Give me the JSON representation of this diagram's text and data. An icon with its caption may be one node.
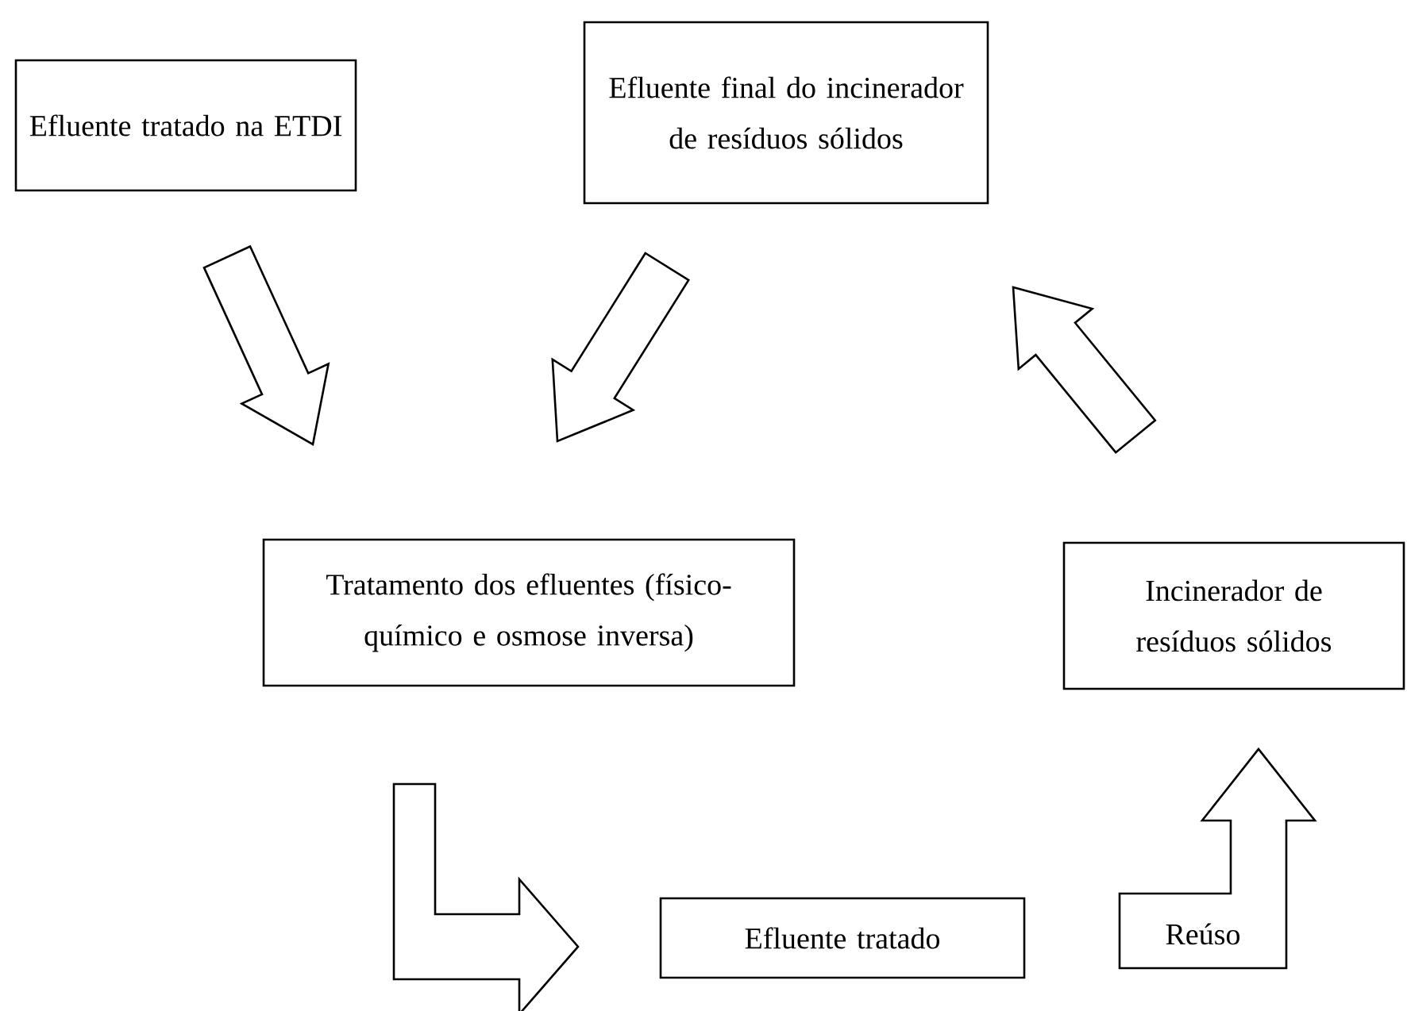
{
  "diagram": {
    "nodes": [
      {
        "text": [
          "Efluente tratado na ETDI"
        ]
      },
      {
        "text": [
          "Efluente final do incinerador de resíduos sólidos"
        ]
      },
      {
        "text": [
          "Tratamento dos efluentes (físico-químico e osmose inversa)"
        ]
      },
      {
        "text": [
          "Incinerador de resíduos sólidos"
        ]
      },
      {
        "text": [
          "Efluente tratado"
        ]
      }
    ],
    "edges": [
      {
        "from": 0,
        "to": 2,
        "arrow": "to"
      },
      {
        "from": 1,
        "to": 2,
        "arrow": "to"
      },
      {
        "from": 3,
        "to": 1,
        "arrow": "to"
      },
      {
        "from": 2,
        "to": 4,
        "arrow": "to"
      },
      {
        "from": 4,
        "to": 3,
        "arrow": "to",
        "label": "Reúso"
      }
    ]
  }
}
